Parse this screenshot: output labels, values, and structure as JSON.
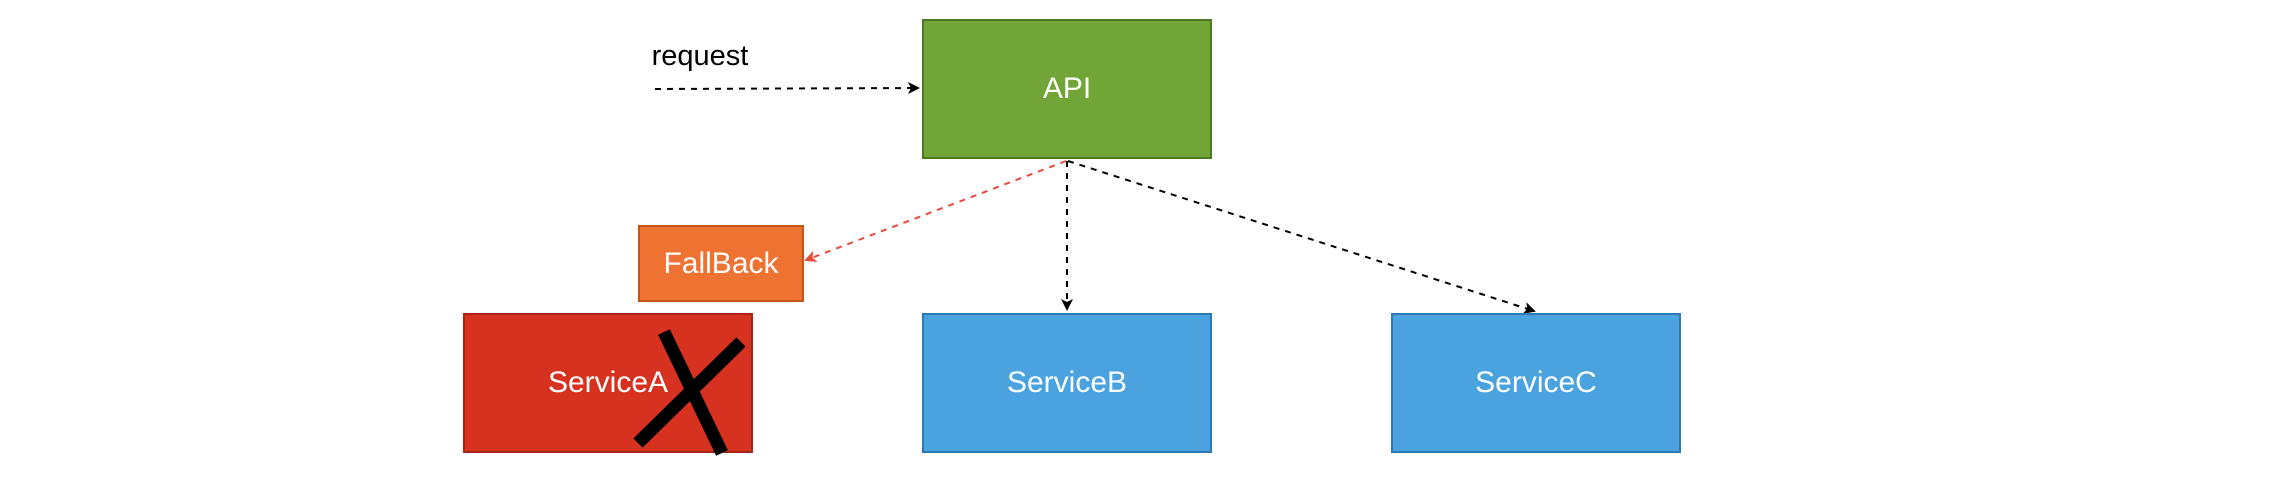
{
  "edges": {
    "incoming_label": "request"
  },
  "nodes": {
    "api": "API",
    "fallback": "FallBack",
    "service_a": "ServiceA",
    "service_b": "ServiceB",
    "service_c": "ServiceC"
  },
  "status": {
    "service_a_failed": true
  },
  "colors": {
    "api_fill": "#71a537",
    "fallback_fill": "#ee7232",
    "failed_fill": "#d6321f",
    "service_fill": "#4aa3de",
    "fallback_edge": "#e84a3c",
    "edge": "#000000"
  }
}
